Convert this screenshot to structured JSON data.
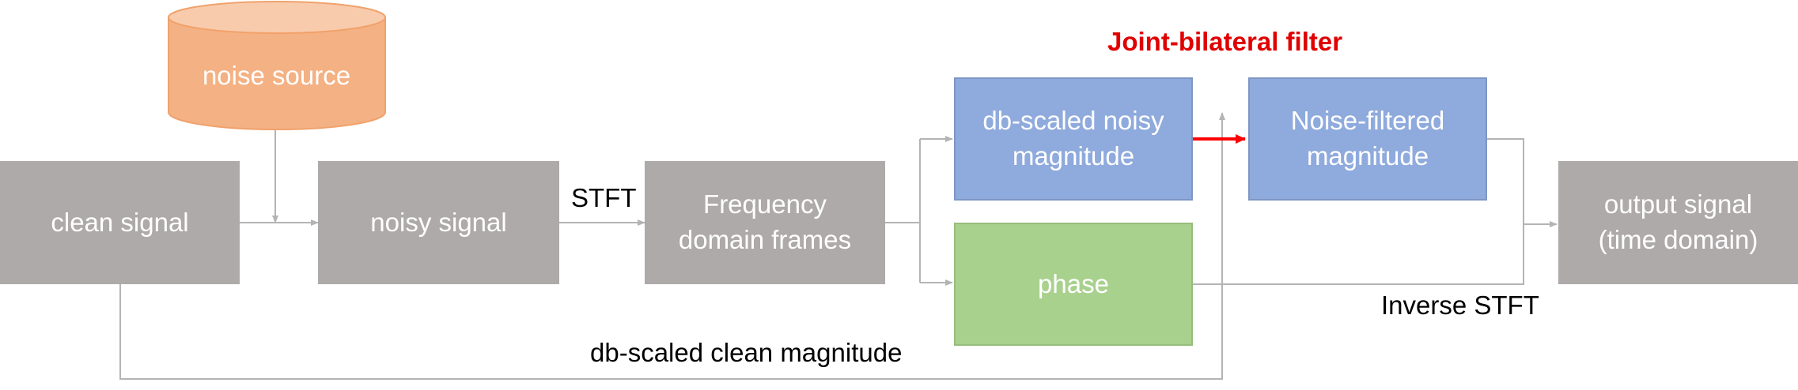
{
  "diagram": {
    "title": "Joint-bilateral filter",
    "nodes": {
      "noise_source": "noise source",
      "clean_signal": "clean signal",
      "noisy_signal": "noisy signal",
      "frequency_frames": "Frequency\ndomain frames",
      "noisy_magnitude": "db-scaled noisy\nmagnitude",
      "phase": "phase",
      "filtered_magnitude": "Noise-filtered\nmagnitude",
      "output_signal": "output signal\n(time domain)"
    },
    "edge_labels": {
      "stft": "STFT",
      "inverse_stft": "Inverse STFT",
      "clean_magnitude": "db-scaled clean magnitude"
    },
    "colors": {
      "gray_box": "#aeaaaa",
      "blue_box": "#8faadc",
      "green_box": "#a9d18e",
      "cylinder": "#f4b183",
      "title": "#e00000",
      "filter_arrow": "#ff0000",
      "connector": "#b4b4b4"
    }
  }
}
